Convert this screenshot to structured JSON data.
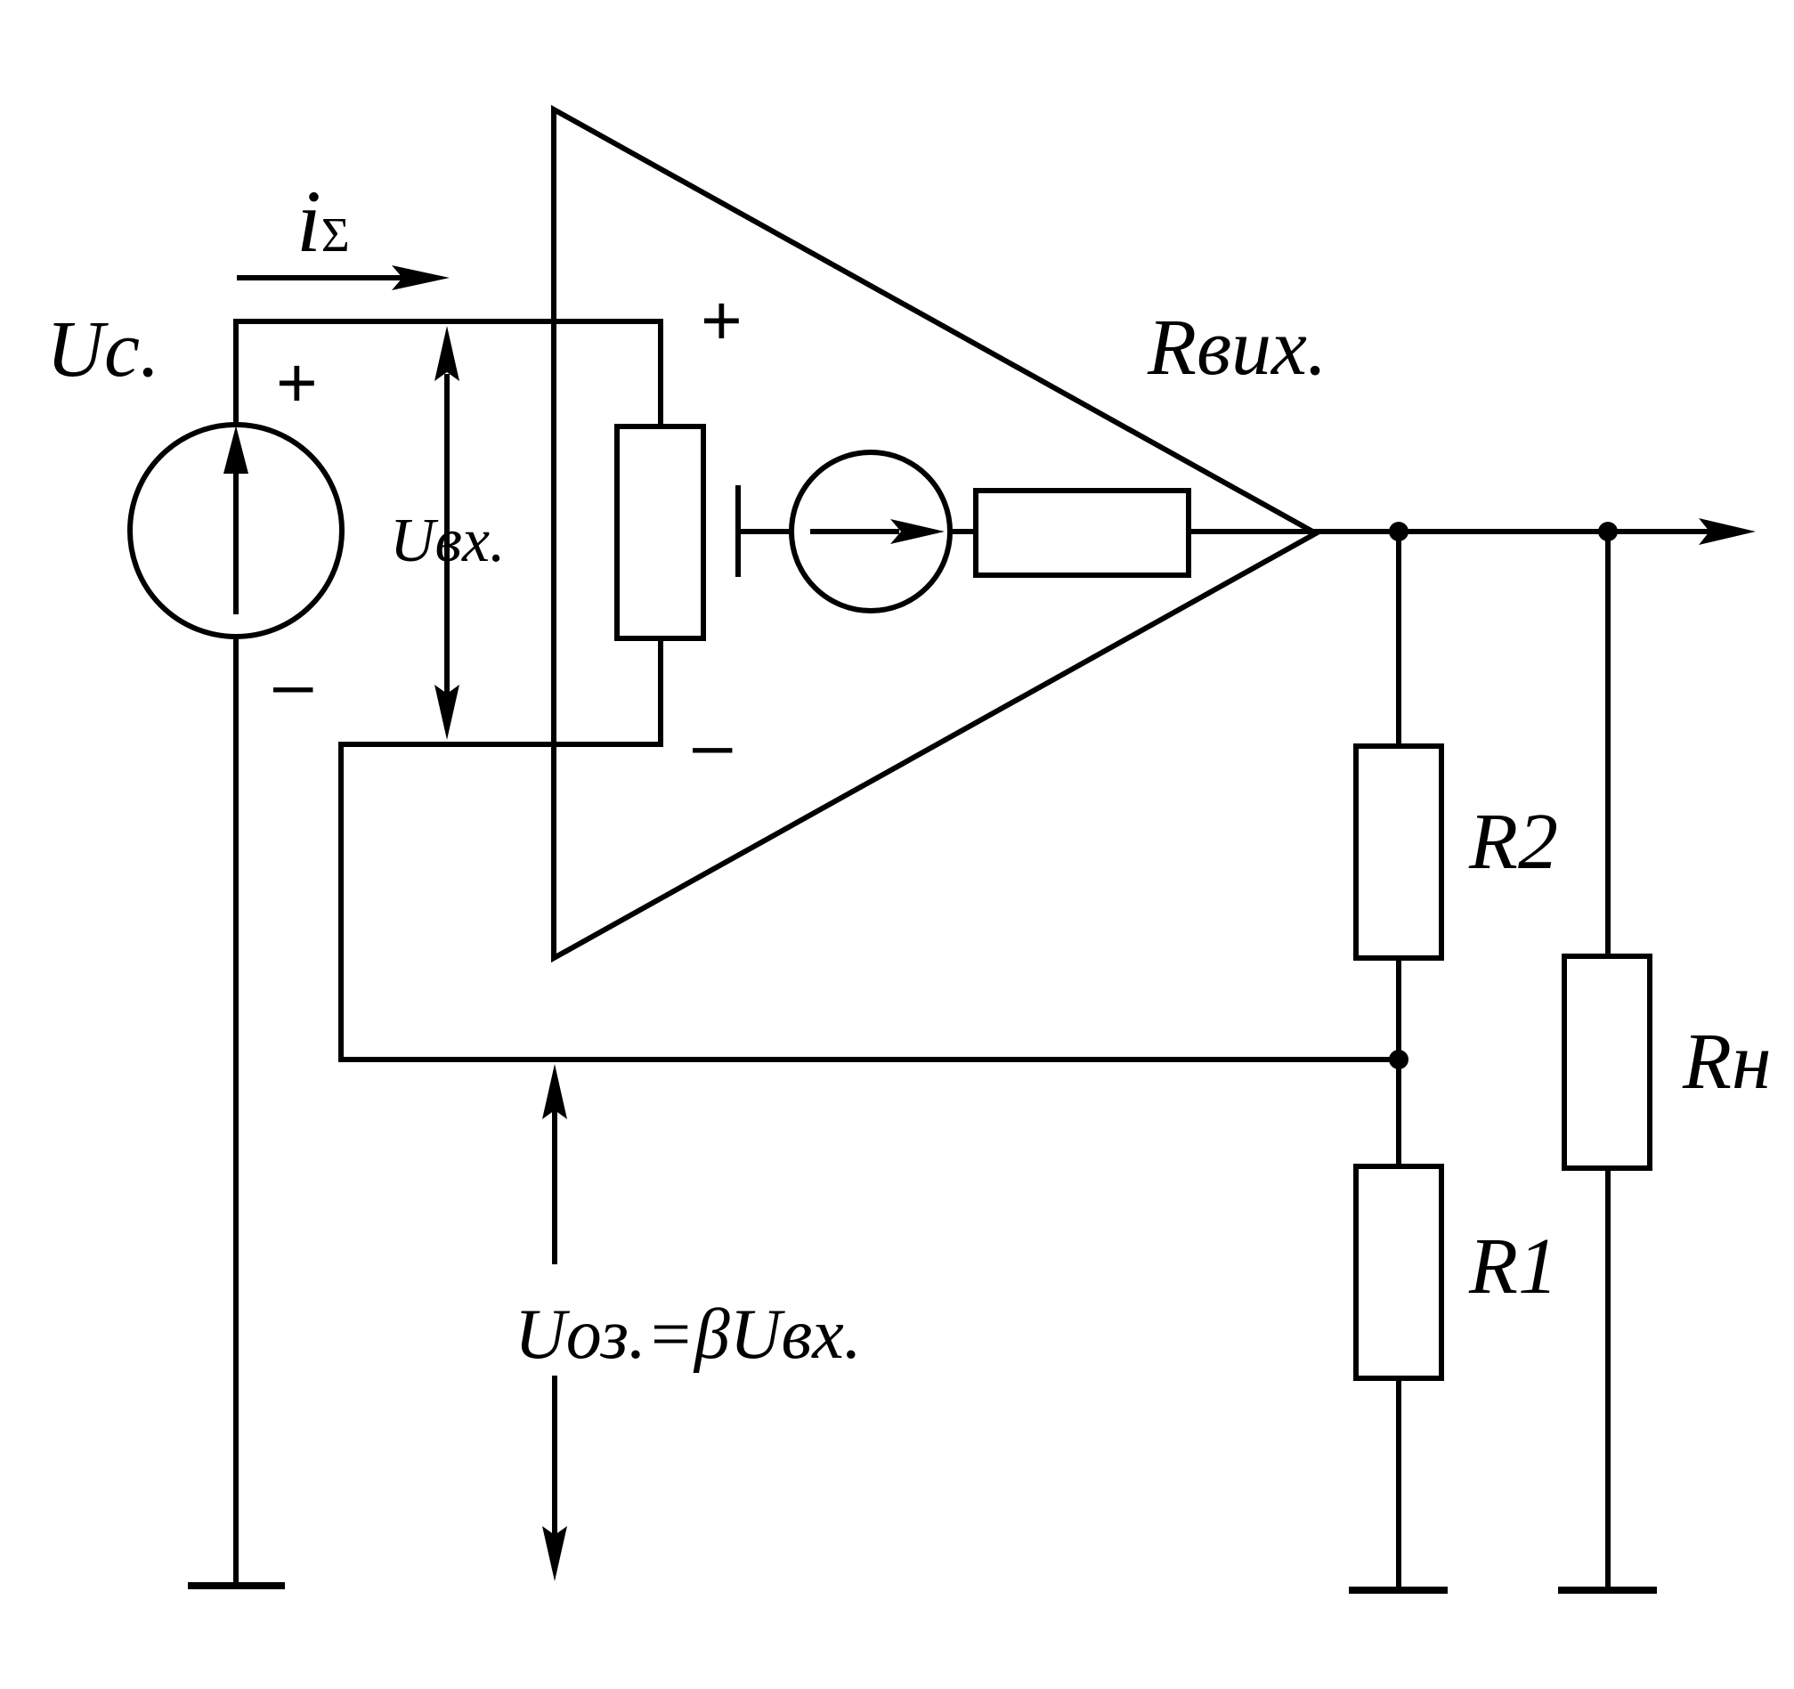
{
  "labels": {
    "source_voltage": "Uc.",
    "input_voltage": "Uвх.",
    "output_resistance": "Rвих.",
    "resistor_r2": "R2",
    "resistor_r1": "R1",
    "load_resistor": "Rн",
    "feedback_voltage": "Uоз.=βUвх.",
    "current_symbol": "i",
    "current_subscript": "Σ"
  },
  "signs": {
    "source_plus": "+",
    "source_minus": "–",
    "amp_plus": "+",
    "amp_minus": "–"
  }
}
